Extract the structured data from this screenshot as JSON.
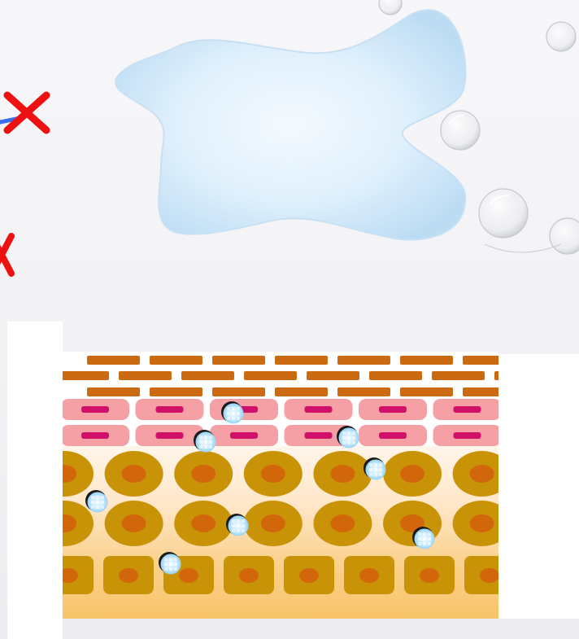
{
  "scene": {
    "colors": {
      "background": "#f4f4f6",
      "blob_fill": "#cfe6f8",
      "blob_glow": "#eef7fe",
      "cross": "#ee1111",
      "arrow": "#3a6ff2",
      "brick": "#cc6a12",
      "pink_cell": "#f5a0a5",
      "pink_nucleus": "#d01068",
      "gold_cell": "#c99307",
      "gold_nucleus": "#d2660a",
      "cream_gradient_top": "#fff5ea",
      "cream_gradient_bottom": "#f8c46a",
      "particle_fill": "#bfe4fb",
      "particle_outline": "#1a1a1a"
    },
    "icons": [
      "cross-mark-icon",
      "arrow-line-icon",
      "water-bubble-icon",
      "nanoparticle-icon"
    ],
    "skin_layers": [
      "stratum-corneum-bricks",
      "granular-pink-cells",
      "spinous-gold-cells",
      "basal-square-cells"
    ],
    "particle_count": 8
  }
}
